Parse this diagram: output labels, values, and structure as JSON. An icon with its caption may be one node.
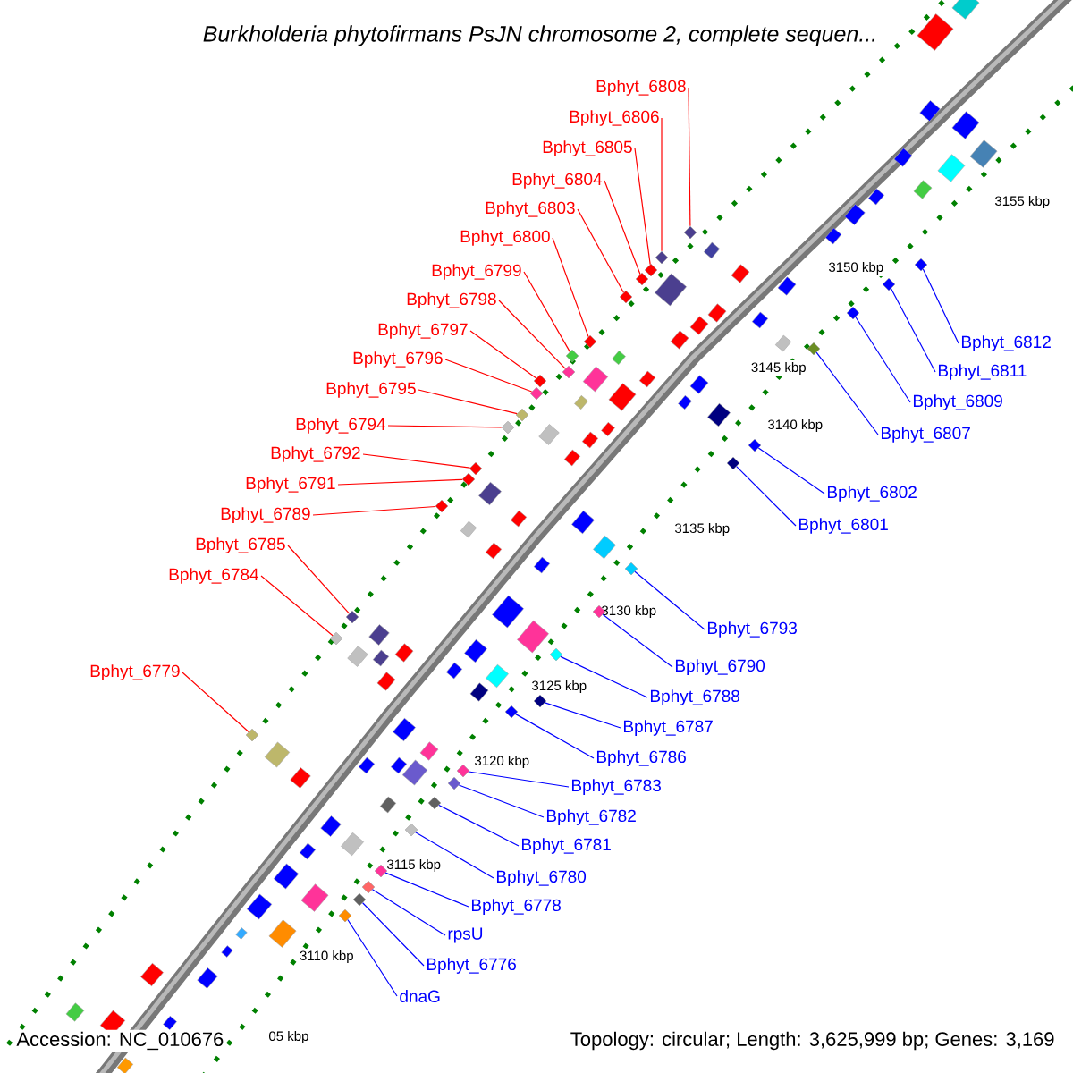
{
  "diagram": {
    "title": "Burkholderia phytofirmans PsJN chromosome 2, complete sequen...",
    "nodes": [
      {
        "text": [
          "Bphyt_6808"
        ]
      },
      {
        "text": [
          "Bphyt_6806"
        ]
      },
      {
        "text": [
          "Bphyt_6805"
        ]
      },
      {
        "text": [
          "Bphyt_6804"
        ]
      },
      {
        "text": [
          "Bphyt_6803"
        ]
      },
      {
        "text": [
          "Bphyt_6800"
        ]
      },
      {
        "text": [
          "Bphyt_6799"
        ]
      },
      {
        "text": [
          "Bphyt_6798"
        ]
      },
      {
        "text": [
          "Bphyt_6797"
        ]
      },
      {
        "text": [
          "Bphyt_6796"
        ]
      },
      {
        "text": [
          "Bphyt_6795"
        ]
      },
      {
        "text": [
          "Bphyt_6794"
        ]
      },
      {
        "text": [
          "Bphyt_6792"
        ]
      },
      {
        "text": [
          "Bphyt_6791"
        ]
      },
      {
        "text": [
          "Bphyt_6789"
        ]
      },
      {
        "text": [
          "Bphyt_6785"
        ]
      },
      {
        "text": [
          "Bphyt_6784"
        ]
      },
      {
        "text": [
          "Bphyt_6779"
        ]
      },
      {
        "text": [
          "Bphyt_6812"
        ]
      },
      {
        "text": [
          "Bphyt_6811"
        ]
      },
      {
        "text": [
          "Bphyt_6809"
        ]
      },
      {
        "text": [
          "Bphyt_6807"
        ]
      },
      {
        "text": [
          "Bphyt_6802"
        ]
      },
      {
        "text": [
          "Bphyt_6801"
        ]
      },
      {
        "text": [
          "Bphyt_6793"
        ]
      },
      {
        "text": [
          "Bphyt_6790"
        ]
      },
      {
        "text": [
          "Bphyt_6788"
        ]
      },
      {
        "text": [
          "Bphyt_6787"
        ]
      },
      {
        "text": [
          "Bphyt_6786"
        ]
      },
      {
        "text": [
          "Bphyt_6783"
        ]
      },
      {
        "text": [
          "Bphyt_6782"
        ]
      },
      {
        "text": [
          "Bphyt_6781"
        ]
      },
      {
        "text": [
          "Bphyt_6780"
        ]
      },
      {
        "text": [
          "Bphyt_6778"
        ]
      },
      {
        "text": [
          "rpsU"
        ]
      },
      {
        "text": [
          "Bphyt_6776"
        ]
      },
      {
        "text": [
          "dnaG"
        ]
      },
      {
        "text": [],
        "shape": "diamond"
      },
      {
        "text": [],
        "shape": "diamond"
      },
      {
        "text": [],
        "shape": "diamond"
      },
      {
        "text": [],
        "shape": "diamond"
      },
      {
        "text": [],
        "shape": "diamond"
      },
      {
        "text": [],
        "shape": "diamond"
      },
      {
        "text": [],
        "shape": "diamond"
      },
      {
        "text": [],
        "shape": "diamond"
      },
      {
        "text": [],
        "shape": "diamond"
      },
      {
        "text": [],
        "shape": "diamond"
      },
      {
        "text": [],
        "shape": "diamond"
      },
      {
        "text": [],
        "shape": "diamond"
      },
      {
        "text": [],
        "shape": "diamond"
      },
      {
        "text": [],
        "shape": "diamond"
      },
      {
        "text": [],
        "shape": "diamond"
      },
      {
        "text": [],
        "shape": "diamond"
      },
      {
        "text": [],
        "shape": "diamond"
      },
      {
        "text": [],
        "shape": "diamond"
      },
      {
        "text": [],
        "shape": "diamond"
      },
      {
        "text": [],
        "shape": "diamond"
      },
      {
        "text": [],
        "shape": "diamond"
      },
      {
        "text": [],
        "shape": "diamond"
      },
      {
        "text": [],
        "shape": "diamond"
      },
      {
        "text": [],
        "shape": "diamond"
      },
      {
        "text": [],
        "shape": "diamond"
      },
      {
        "text": [],
        "shape": "diamond"
      },
      {
        "text": [],
        "shape": "diamond"
      },
      {
        "text": [],
        "shape": "diamond"
      },
      {
        "text": [],
        "shape": "diamond"
      },
      {
        "text": [],
        "shape": "diamond"
      },
      {
        "text": [],
        "shape": "diamond"
      },
      {
        "text": [],
        "shape": "diamond"
      },
      {
        "text": [],
        "shape": "diamond"
      },
      {
        "text": [],
        "shape": "diamond"
      },
      {
        "text": [],
        "shape": "diamond"
      },
      {
        "text": [],
        "shape": "diamond"
      },
      {
        "text": [],
        "shape": "diamond"
      }
    ],
    "edges": [
      {
        "from": 0,
        "to": 37,
        "arrow": "none",
        "color": "#ff0000"
      },
      {
        "from": 1,
        "to": 38,
        "arrow": "none",
        "color": "#ff0000"
      },
      {
        "from": 2,
        "to": 39,
        "arrow": "none",
        "color": "#ff0000"
      },
      {
        "from": 3,
        "to": 40,
        "arrow": "none",
        "color": "#ff0000"
      },
      {
        "from": 4,
        "to": 41,
        "arrow": "none",
        "color": "#ff0000"
      },
      {
        "from": 5,
        "to": 42,
        "arrow": "none",
        "color": "#ff0000"
      },
      {
        "from": 6,
        "to": 43,
        "arrow": "none",
        "color": "#ff0000"
      },
      {
        "from": 7,
        "to": 44,
        "arrow": "none",
        "color": "#ff0000"
      },
      {
        "from": 8,
        "to": 45,
        "arrow": "none",
        "color": "#ff0000"
      },
      {
        "from": 9,
        "to": 46,
        "arrow": "none",
        "color": "#ff0000"
      },
      {
        "from": 10,
        "to": 47,
        "arrow": "none",
        "color": "#ff0000"
      },
      {
        "from": 11,
        "to": 48,
        "arrow": "none",
        "color": "#ff0000"
      },
      {
        "from": 12,
        "to": 49,
        "arrow": "none",
        "color": "#ff0000"
      },
      {
        "from": 13,
        "to": 50,
        "arrow": "none",
        "color": "#ff0000"
      },
      {
        "from": 14,
        "to": 51,
        "arrow": "none",
        "color": "#ff0000"
      },
      {
        "from": 15,
        "to": 52,
        "arrow": "none",
        "color": "#ff0000"
      },
      {
        "from": 16,
        "to": 53,
        "arrow": "none",
        "color": "#ff0000"
      },
      {
        "from": 17,
        "to": 54,
        "arrow": "none",
        "color": "#ff0000"
      },
      {
        "from": 18,
        "to": 55,
        "arrow": "none"
      },
      {
        "from": 19,
        "to": 56,
        "arrow": "none"
      },
      {
        "from": 20,
        "to": 57,
        "arrow": "none"
      },
      {
        "from": 21,
        "to": 58,
        "arrow": "none"
      },
      {
        "from": 22,
        "to": 59,
        "arrow": "none"
      },
      {
        "from": 23,
        "to": 60,
        "arrow": "none"
      },
      {
        "from": 24,
        "to": 61,
        "arrow": "none"
      },
      {
        "from": 25,
        "to": 62,
        "arrow": "none"
      },
      {
        "from": 26,
        "to": 63,
        "arrow": "none"
      },
      {
        "from": 27,
        "to": 64,
        "arrow": "none"
      },
      {
        "from": 28,
        "to": 65,
        "arrow": "none"
      },
      {
        "from": 29,
        "to": 66,
        "arrow": "none"
      },
      {
        "from": 30,
        "to": 67,
        "arrow": "none"
      },
      {
        "from": 31,
        "to": 68,
        "arrow": "none"
      },
      {
        "from": 32,
        "to": 69,
        "arrow": "none"
      },
      {
        "from": 33,
        "to": 70,
        "arrow": "none"
      },
      {
        "from": 34,
        "to": 71,
        "arrow": "none"
      },
      {
        "from": 35,
        "to": 72,
        "arrow": "none"
      },
      {
        "from": 36,
        "to": 73,
        "arrow": "none"
      }
    ],
    "labels": [
      "3155 kbp",
      "3150 kbp",
      "3145 kbp",
      "3140 kbp",
      "3135 kbp",
      "3130 kbp",
      "3125 kbp",
      "3120 kbp",
      "3115 kbp",
      "3110 kbp",
      "05 kbp",
      "Accession: NC_010676",
      "Topology: circular; Length: 3,625,999 bp; Genes: 3,169"
    ]
  }
}
